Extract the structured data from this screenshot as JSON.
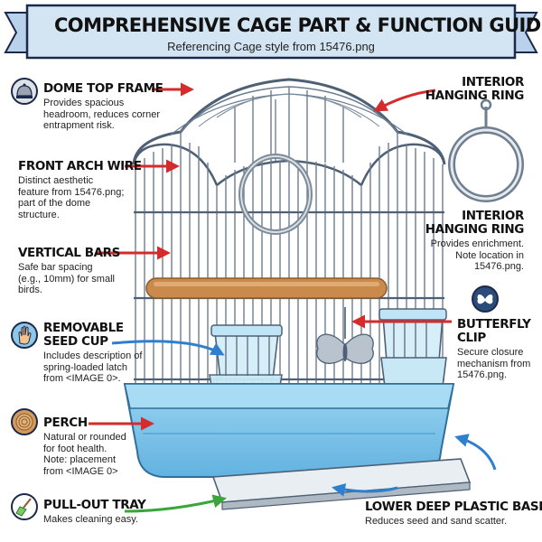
{
  "banner": {
    "title": "COMPREHENSIVE CAGE PART & FUNCTION GUIDE",
    "subtitle": "Referencing Cage style from 15476.png"
  },
  "labels": {
    "dome": {
      "title": "DOME TOP FRAME",
      "desc": [
        "Provides spacious",
        "headroom, reduces corner",
        "entrapment risk."
      ]
    },
    "front_arch": {
      "title": "FRONT ARCH WIRE",
      "desc": [
        "Distinct aesthetic",
        "feature from 15476.png;",
        "part of the dome",
        "structure."
      ]
    },
    "vertical_bars": {
      "title": "VERTICAL BARS",
      "desc": [
        "Safe bar spacing",
        "(e.g., 10mm) for small",
        "birds."
      ]
    },
    "seed_cup": {
      "title": [
        "REMOVABLE",
        "SEED CUP"
      ],
      "desc": [
        "Includes description of",
        "spring-loaded latch",
        "from <IMAGE 0>."
      ]
    },
    "perch": {
      "title": "PERCH",
      "desc": [
        "Natural or rounded",
        "for foot health.",
        "Note: placement",
        "from <IMAGE 0>"
      ]
    },
    "tray": {
      "title": "PULL-OUT TRAY",
      "desc": [
        "Makes cleaning easy."
      ]
    },
    "ring_top": {
      "title": [
        "INTERIOR",
        "HANGING RING"
      ]
    },
    "ring": {
      "title": [
        "INTERIOR",
        "HANGING RING"
      ],
      "desc": [
        "Provides enrichment.",
        "Note location in",
        "15476.png."
      ]
    },
    "butterfly": {
      "title": [
        "BUTTERFLY",
        "CLIP"
      ],
      "desc": [
        "Secure closure",
        "mechanism from",
        "15476.png."
      ]
    },
    "base": {
      "title": "LOWER DEEP PLASTIC BASE",
      "desc": [
        "Reduces seed and sand scatter."
      ]
    }
  },
  "icons": [
    "dome-icon",
    "hand-icon",
    "wood-icon",
    "broom-icon",
    "butterfly-icon",
    "ring-icon"
  ],
  "colors": {
    "banner_fill": "#d3e4f3",
    "banner_edge": "#1b2a4a",
    "wire": "#5a6b7e",
    "base": "#7cc4ea",
    "base_dark": "#3f8fc0",
    "perch": "#c98a4b",
    "arrow_red": "#d42b2b",
    "arrow_blue": "#2f7fd0",
    "arrow_green": "#3aa63a"
  }
}
